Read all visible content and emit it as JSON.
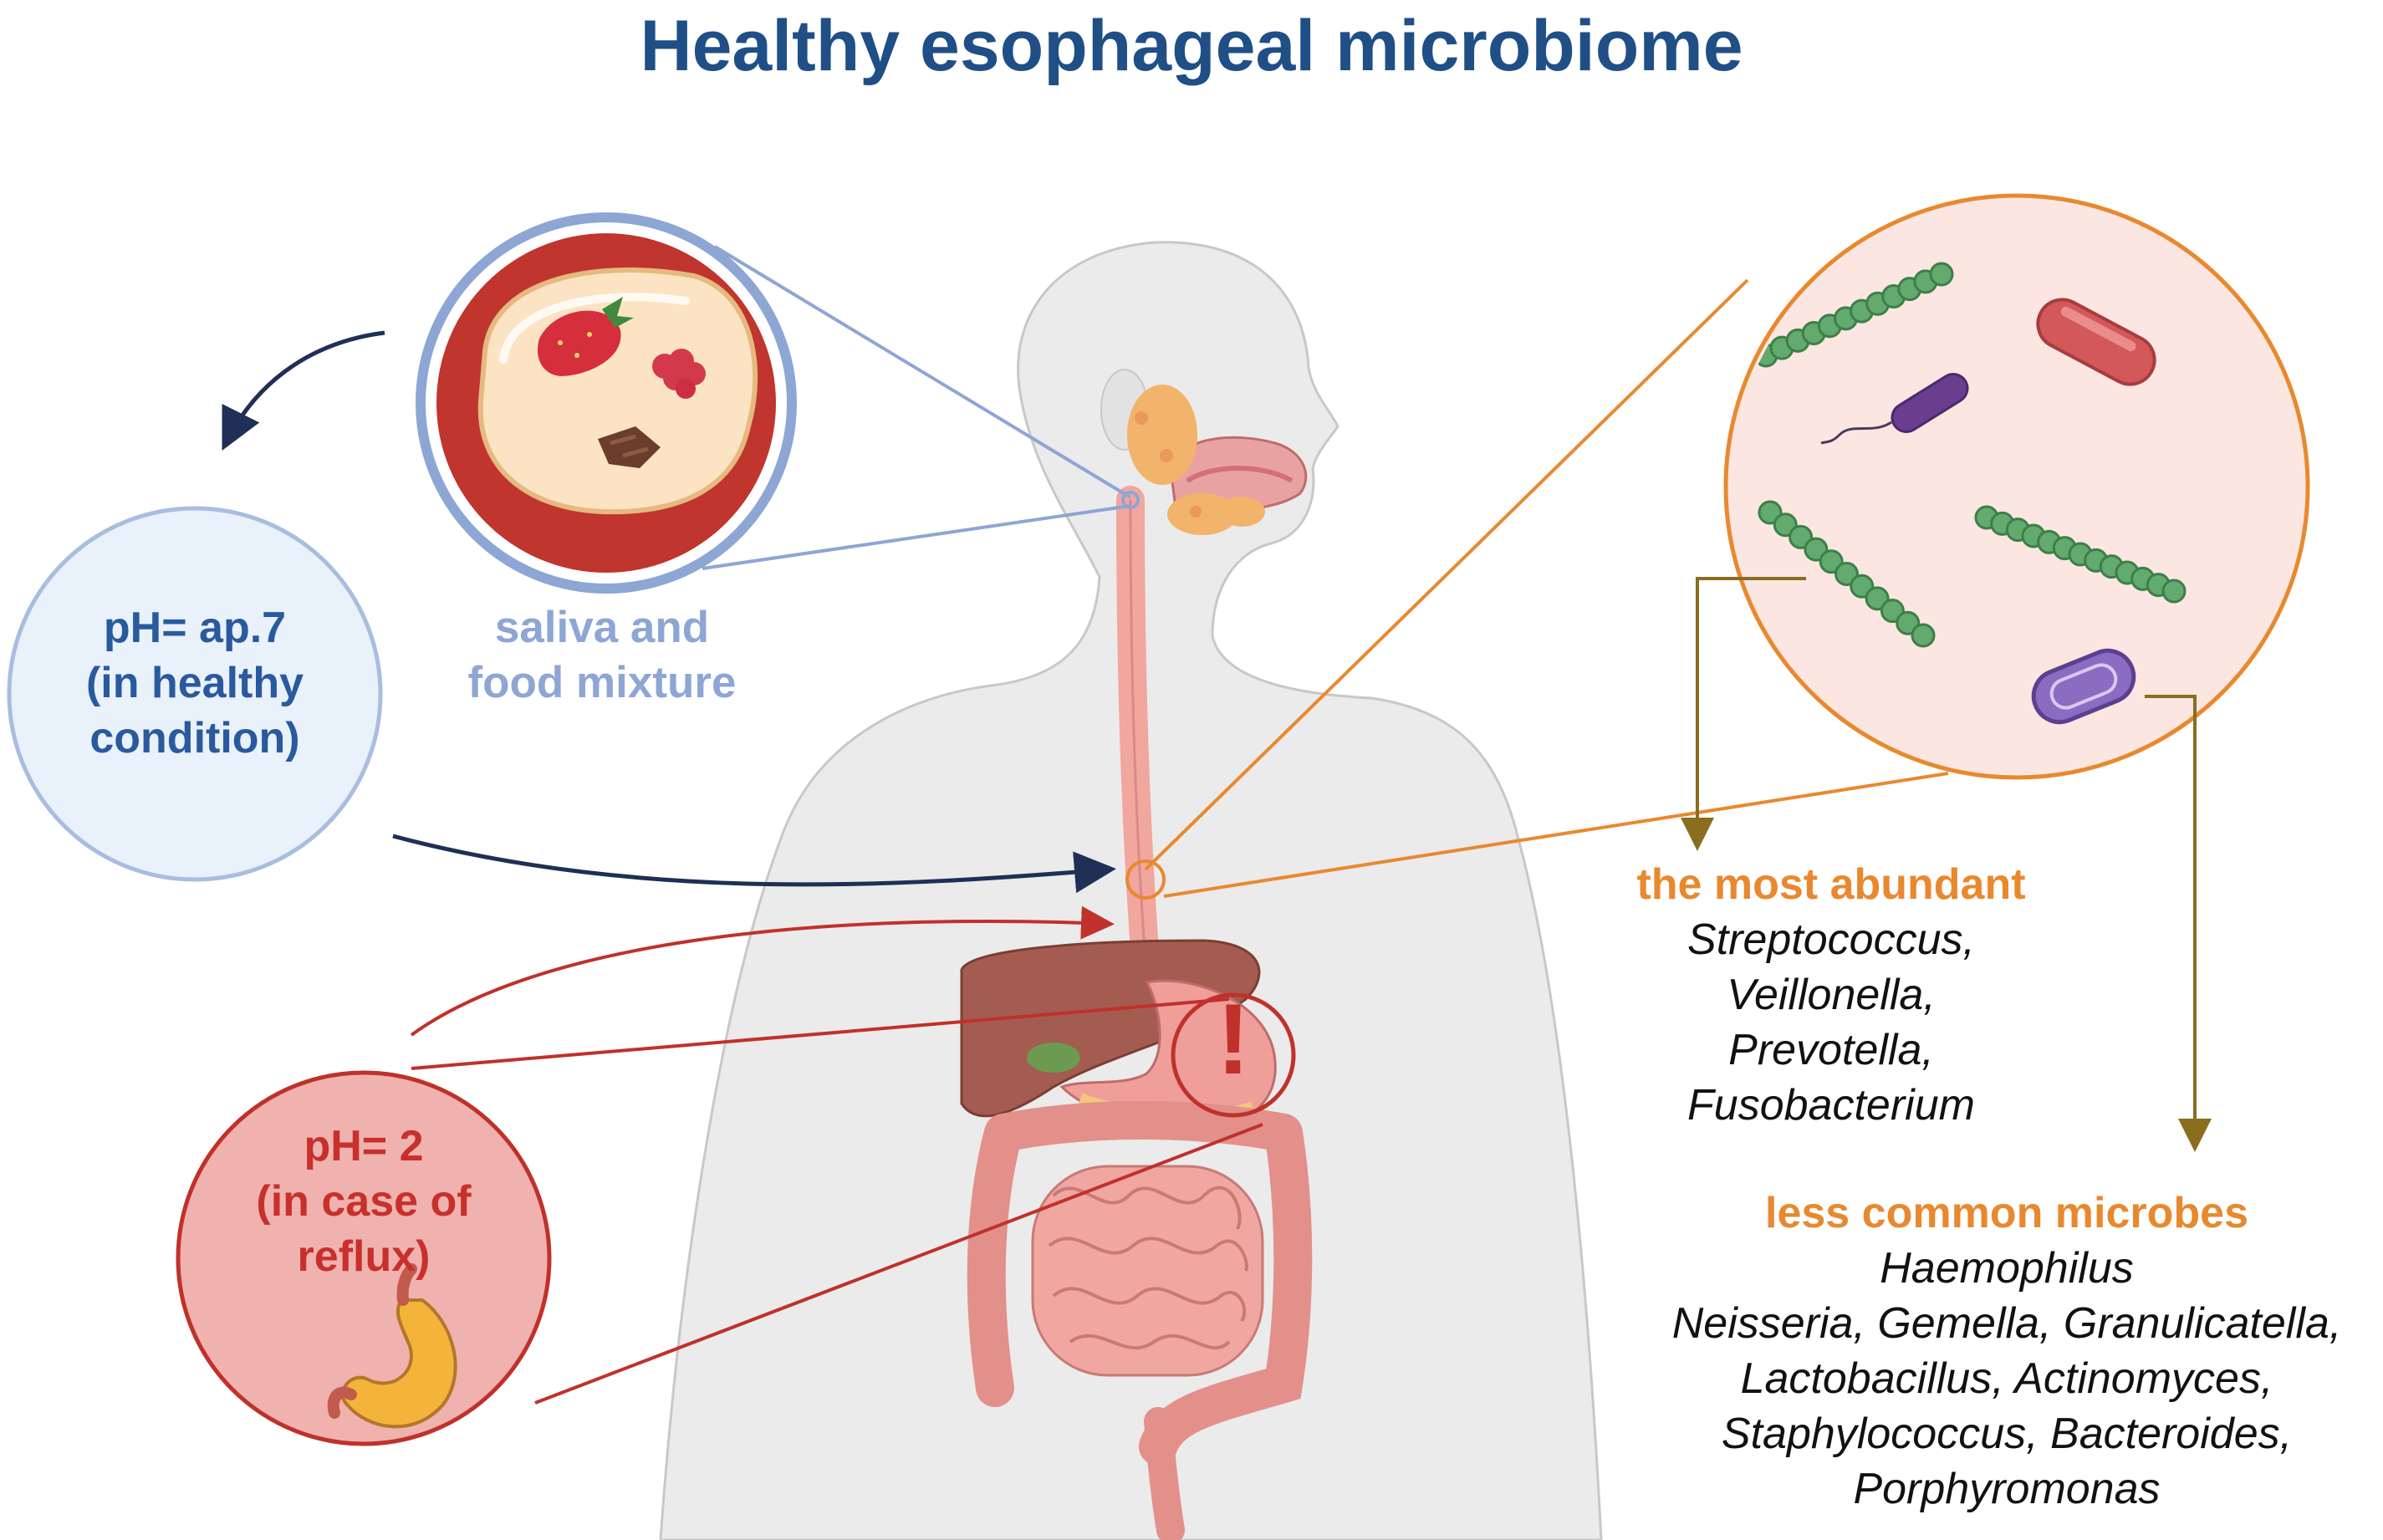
{
  "title": "Healthy esophageal microbiome",
  "saliva_label": [
    "saliva and",
    "food mixture"
  ],
  "ph_healthy": [
    "pH= ap.7",
    "(in healthy",
    "condition)"
  ],
  "ph_reflux": [
    "pH= 2",
    "(in case of",
    "reflux)"
  ],
  "alert_mark": "!",
  "most_abundant": {
    "heading": "the most abundant",
    "items": [
      "Streptococcus,",
      "Veillonella,",
      "Prevotella,",
      "Fusobacterium"
    ]
  },
  "less_common": {
    "heading": "less common microbes",
    "items": [
      "Haemophilus",
      "Neisseria, Gemella, Granulicatella,",
      "Lactobacillus, Actinomyces,",
      "Staphylococcus, Bacteroides,",
      "Porphyromonas"
    ]
  },
  "colors": {
    "title": "#1f4f86",
    "saliva_text": "#8ea6d4",
    "healthy_text": "#2a5a9e",
    "healthy_circle": "#e9f1fb",
    "reflux_text": "#c8302c",
    "reflux_circle": "#f0b2ae",
    "orange": "#e8892f",
    "olive_arrow": "#8a6d1e",
    "navy_arrow": "#1f2f55",
    "red_line": "#c0312b"
  }
}
